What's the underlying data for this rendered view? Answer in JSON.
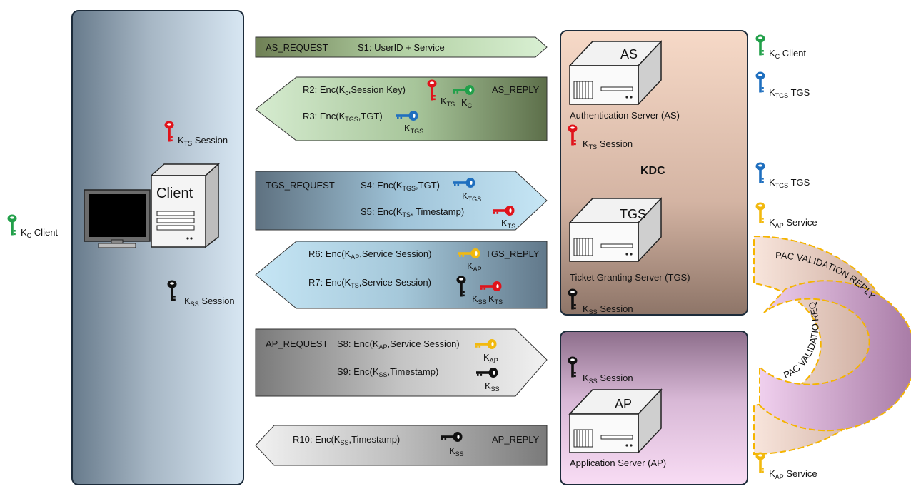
{
  "labels": {
    "client_box": "Client",
    "kdc": "KDC",
    "as_box": "AS",
    "tgs_box": "TGS",
    "ap_box": "AP",
    "as_name": "Authentication Server (AS)",
    "tgs_name": "Ticket Granting Server (TGS)",
    "ap_name": "Application Server (AP)"
  },
  "messages": {
    "as_request": {
      "name": "AS_REQUEST",
      "s1": "S1: UserID + Service"
    },
    "as_reply": {
      "name": "AS_REPLY",
      "r2_pre": "R2: Enc(K",
      "r2_sub": "c",
      "r2_post": ",Session Key)",
      "r3_pre": "R3: Enc(K",
      "r3_sub": "TGS",
      "r3_post": ",TGT)"
    },
    "tgs_request": {
      "name": "TGS_REQUEST",
      "s4_pre": "S4: Enc(K",
      "s4_sub": "TGS",
      "s4_post": ",TGT)",
      "s5_pre": "S5: Enc(K",
      "s5_sub": "TS",
      "s5_post": ", Timestamp)"
    },
    "tgs_reply": {
      "name": "TGS_REPLY",
      "r6_pre": "R6: Enc(K",
      "r6_sub": "AP",
      "r6_post": ",Service Session)",
      "r7_pre": "R7: Enc(K",
      "r7_sub": "TS",
      "r7_post": ",Service Session)"
    },
    "ap_request": {
      "name": "AP_REQUEST",
      "s8_pre": "S8: Enc(K",
      "s8_sub": "AP",
      "s8_post": ",Service Session)",
      "s9_pre": "S9: Enc(K",
      "s9_sub": "SS",
      "s9_post": ",Timestamp)"
    },
    "ap_reply": {
      "name": "AP_REPLY",
      "r10_pre": "R10: Enc(K",
      "r10_sub": "SS",
      "r10_post": ",Timestamp)"
    }
  },
  "pac": {
    "reply": "PAC VALIDATION  REPLY",
    "request": "PAC VALIDATIO  REQUEST"
  },
  "keys": {
    "k": "K",
    "c_sub": "C",
    "ts_sub": "TS",
    "tgs_sub": "TGS",
    "ap_sub": "AP",
    "ss_sub": "SS",
    "client": "Client",
    "session": "Session",
    "tgs": "TGS",
    "service": "Service"
  },
  "colors": {
    "red": "#e0131b",
    "green": "#22a04a",
    "blue": "#1f6fbf",
    "yellow": "#f2b90f",
    "black": "#111111",
    "pac_border": "#f5b400"
  }
}
